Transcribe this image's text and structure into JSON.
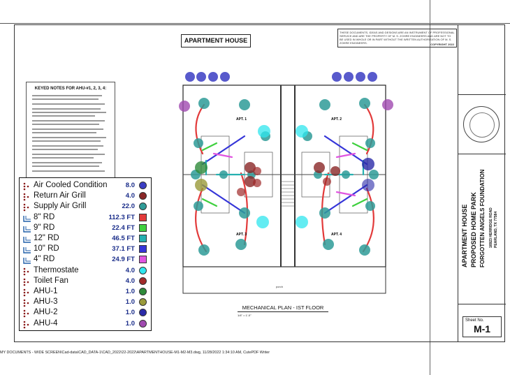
{
  "header": {
    "project_title": "APARTMENT HOUSE",
    "copyright_note": "THESE DOCUMENTS, IDEAS AND DESIGNS ARE AN INSTRUMENT OF PROFESSIONAL SERVICE AND ARE THE PROPERTY OF M. S. ZOHRE ENGINEERS AND ARE NOT TO BE USED IN WHOLE OR IN PART WITHOUT THE WRITTEN AUTHORIZATION OF M. S. ZOHRE ENGINEERS.",
    "copyright_label": "COPYRIGHT 2022"
  },
  "keyed_notes": {
    "title": "KEYED NOTES FOR AHU-#1, 2, 3, 4:"
  },
  "plan": {
    "title": "MECHANICAL PLAN - IST FLOOR",
    "scale": "1/4\" = 1'-0\"",
    "units": [
      "APT. 1",
      "APT. 2",
      "APT. 3",
      "APT. 4"
    ],
    "porch": "porch"
  },
  "title_block": {
    "project_name": "APARTMENT HOUSE",
    "project_sub": "PROPOSED HOME PARK",
    "owner": "FORGOTTEN ANGELS FOUNDATION",
    "address1": "16923 HERRIDGE ROAD",
    "address2": "PEARLAND, TX 77584",
    "sheet_label": "Sheet No.",
    "sheet_number": "M-1"
  },
  "legend": {
    "items": [
      {
        "label": "Air Cooled Condition",
        "qty": "8.0",
        "symbol": "dots",
        "color": "#3b3ec4",
        "shape": "circle"
      },
      {
        "label": "Return Air Grill",
        "qty": "4.0",
        "symbol": "dots",
        "color": "#8a2727",
        "shape": "circle"
      },
      {
        "label": "Supply Air Grill",
        "qty": "22.0",
        "symbol": "dots",
        "color": "#2f9c98",
        "shape": "circle"
      },
      {
        "label": "8\" RD",
        "qty": "112.3 FT",
        "symbol": "duct",
        "color": "#e23a3a",
        "shape": "square"
      },
      {
        "label": "9\" RD",
        "qty": "22.4 FT",
        "symbol": "duct",
        "color": "#3fd03f",
        "shape": "square"
      },
      {
        "label": "12\" RD",
        "qty": "46.5 FT",
        "symbol": "duct",
        "color": "#25b0b0",
        "shape": "square"
      },
      {
        "label": "10\" RD",
        "qty": "37.1 FT",
        "symbol": "duct",
        "color": "#3535d8",
        "shape": "square"
      },
      {
        "label": "4\" RD",
        "qty": "24.9 FT",
        "symbol": "duct",
        "color": "#e055e0",
        "shape": "square"
      },
      {
        "label": "Thermostate",
        "qty": "4.0",
        "symbol": "dots",
        "color": "#2fe6ee",
        "shape": "circle"
      },
      {
        "label": "Toilet Fan",
        "qty": "4.0",
        "symbol": "dots",
        "color": "#a02a2a",
        "shape": "circle"
      },
      {
        "label": "AHU-1",
        "qty": "1.0",
        "symbol": "dots",
        "color": "#2e8a3a",
        "shape": "circle"
      },
      {
        "label": "AHU-3",
        "qty": "1.0",
        "symbol": "dots",
        "color": "#9a9a3a",
        "shape": "circle"
      },
      {
        "label": "AHU-2",
        "qty": "1.0",
        "symbol": "dots",
        "color": "#2a2aa8",
        "shape": "circle"
      },
      {
        "label": "AHU-4",
        "qty": "1.0",
        "symbol": "dots",
        "color": "#a04ab0",
        "shape": "circle"
      }
    ]
  },
  "footer": {
    "path": "MY DOCUMENTS - WIDE SCREEN\\Cad-data\\CAD_DATA-1\\CAD_2022\\22-2022\\APARTMENTHOUSE-M1-M2-M3.dwg, 11/28/2022 1:34:10 AM, CutePDF Writer"
  }
}
